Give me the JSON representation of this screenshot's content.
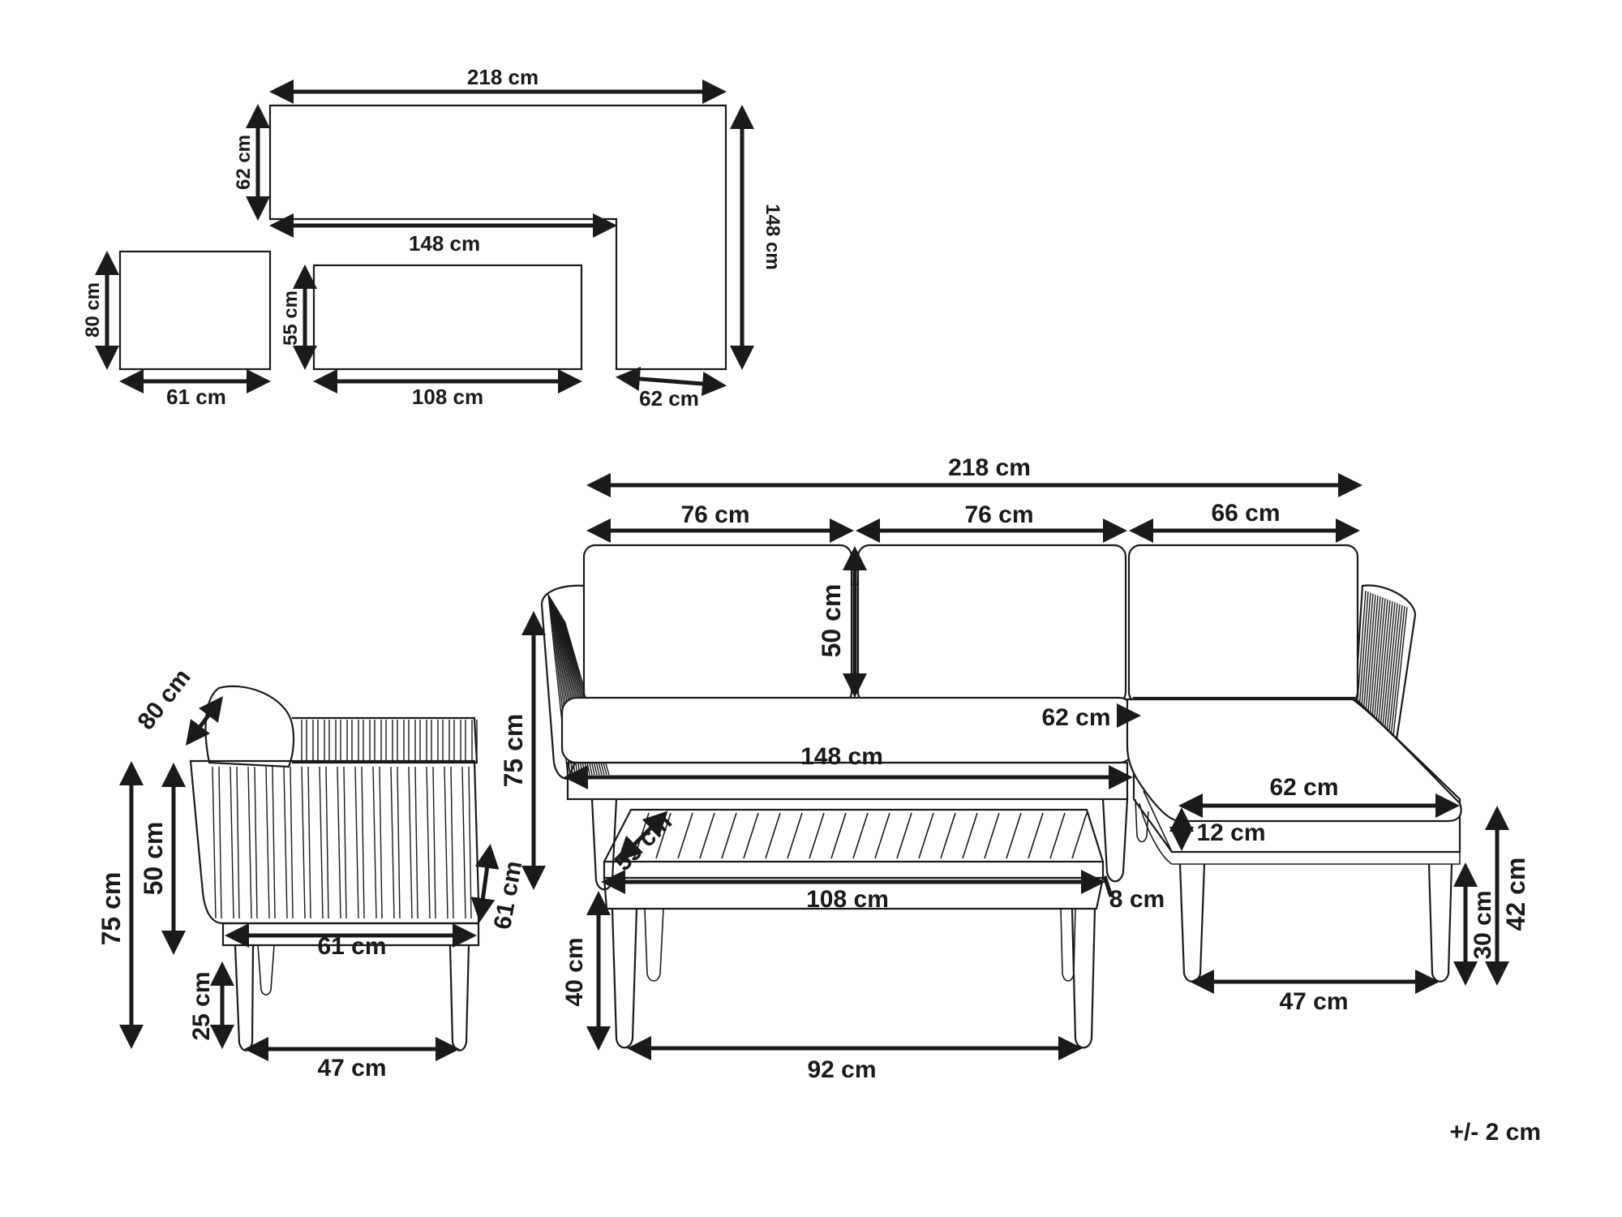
{
  "tolerance": "+/- 2 cm",
  "plan": {
    "total_width": "218 cm",
    "sofa_depth": "62 cm",
    "inner_length": "148 cm",
    "chaise_length": "148 cm",
    "chaise_width": "62 cm",
    "chair_depth": "80 cm",
    "chair_width": "61 cm",
    "table_depth": "55 cm",
    "table_width": "108 cm"
  },
  "chair_side": {
    "diag_depth": "80 cm",
    "back_height": "50 cm",
    "total_height": "75 cm",
    "seat_depth_diag": "61 cm",
    "seat_width": "61 cm",
    "leg_height": "25 cm",
    "leg_span": "47 cm"
  },
  "sofa_front": {
    "total_width": "218 cm",
    "seg1": "76 cm",
    "seg2": "76 cm",
    "seg3": "66 cm",
    "back_height": "50 cm",
    "total_height": "75 cm",
    "seat_length": "148 cm",
    "chaise_depth": "62 cm",
    "chaise_cushion": "62 cm",
    "cushion_thickness": "12 cm",
    "chaise_height": "42 cm",
    "chaise_leg_height": "30 cm",
    "chaise_leg_span": "47 cm"
  },
  "table": {
    "depth_diag": "55 cm",
    "width": "108 cm",
    "top_thickness": "8 cm",
    "height": "40 cm",
    "leg_span": "92 cm"
  }
}
